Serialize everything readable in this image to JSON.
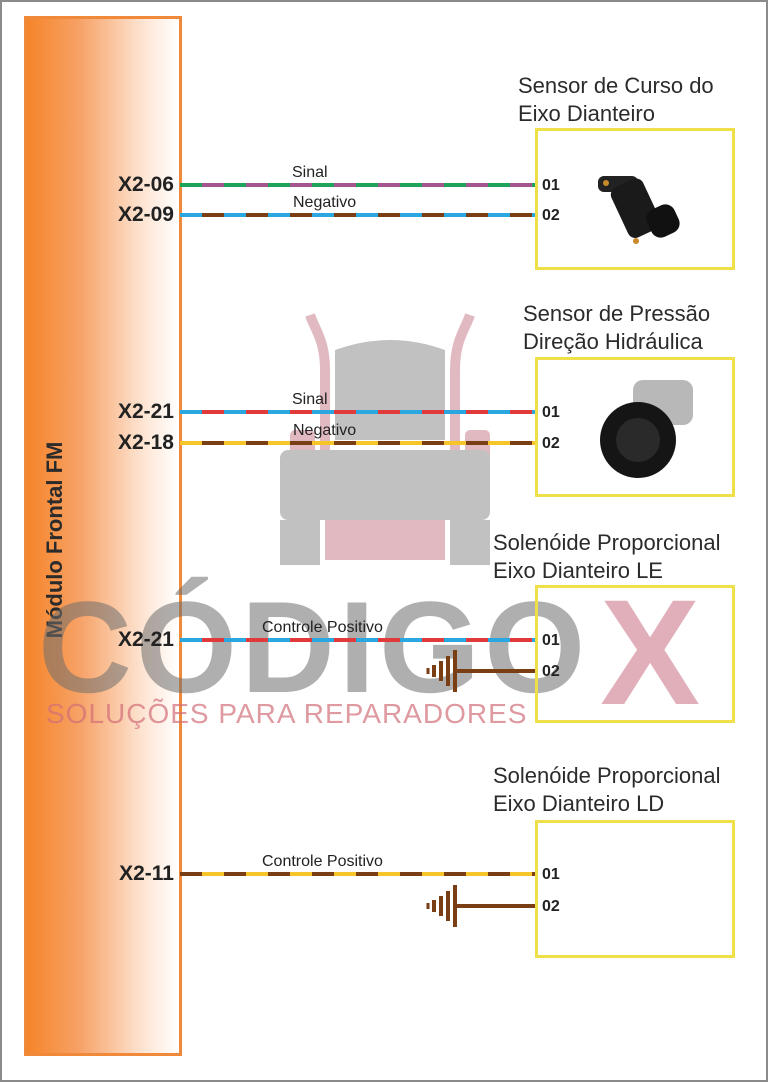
{
  "module": {
    "label": "Módulo Frontal FM"
  },
  "components": [
    {
      "title_line1": "Sensor de Curso do",
      "title_line2": "Eixo Dianteiro",
      "pins": [
        "01",
        "02"
      ]
    },
    {
      "title_line1": "Sensor de Pressão",
      "title_line2": "Direção Hidráulica",
      "pins": [
        "01",
        "02"
      ]
    },
    {
      "title_line1": "Solenóide Proporcional",
      "title_line2": "Eixo Dianteiro LE",
      "pins": [
        "01",
        "02"
      ]
    },
    {
      "title_line1": "Solenóide Proporcional",
      "title_line2": "Eixo Dianteiro LD",
      "pins": [
        "01",
        "02"
      ]
    }
  ],
  "wires": [
    {
      "connector": "X2-06",
      "label": "Sinal",
      "colors": [
        "#1fa35a",
        "#a3558f"
      ]
    },
    {
      "connector": "X2-09",
      "label": "Negativo",
      "colors": [
        "#2aa7e0",
        "#7a3e14"
      ]
    },
    {
      "connector": "X2-21",
      "label": "Sinal",
      "colors": [
        "#2aa7e0",
        "#e03a3a"
      ]
    },
    {
      "connector": "X2-18",
      "label": "Negativo",
      "colors": [
        "#f5c52a",
        "#7a3e14"
      ]
    },
    {
      "connector": "X2-21",
      "label": "Controle Positivo",
      "colors": [
        "#2aa7e0",
        "#e03a3a"
      ]
    },
    {
      "connector": "X2-11",
      "label": "Controle Positivo",
      "colors": [
        "#7a3e14",
        "#f5c52a"
      ]
    }
  ],
  "watermark": {
    "brand": "CÓDIGO",
    "brand_x": "X",
    "tagline": "SOLUÇÕES PARA REPARADORES"
  }
}
